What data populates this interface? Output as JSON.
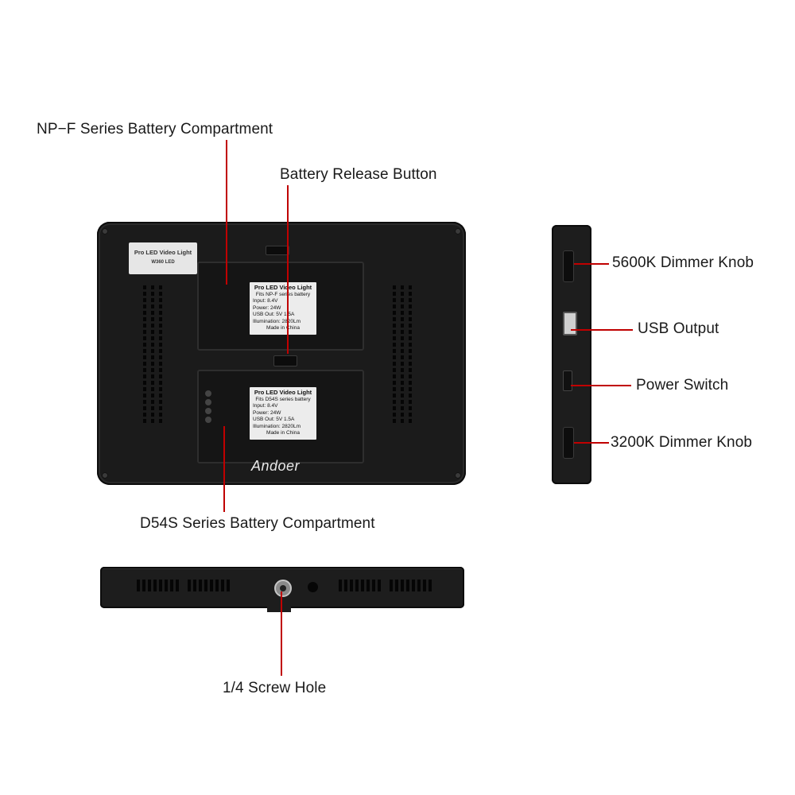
{
  "callouts": {
    "npf_compartment": "NP−F Series Battery Compartment",
    "release_button": "Battery Release Button",
    "d54s_compartment": "D54S Series Battery Compartment",
    "dimmer_5600": "5600K Dimmer Knob",
    "usb_output": "USB Output",
    "power_switch": "Power Switch",
    "dimmer_3200": "3200K Dimmer Knob",
    "screw_hole": "1/4 Screw Hole"
  },
  "device": {
    "brand": "Andoer",
    "model_tag": {
      "line1": "Pro LED Video Light",
      "line2": "W360 LED"
    },
    "label_top": {
      "title": "Pro LED Video Light",
      "fits": "Fits NP-F series battery",
      "input": "Input: 8.4V",
      "power": "Power: 24W",
      "usb": "USB Out: 5V 1.5A",
      "illum": "Illumination: 2820Lm",
      "made": "Made in China"
    },
    "label_bottom": {
      "title": "Pro LED Video Light",
      "fits": "Fits D54S series battery",
      "input": "Input: 8.4V",
      "power": "Power: 24W",
      "usb": "USB Out: 5V 1.5A",
      "illum": "Illumination: 2820Lm",
      "made": "Made in China"
    }
  },
  "colors": {
    "callout_line": "#c00000",
    "device_body": "#1b1b1b"
  }
}
